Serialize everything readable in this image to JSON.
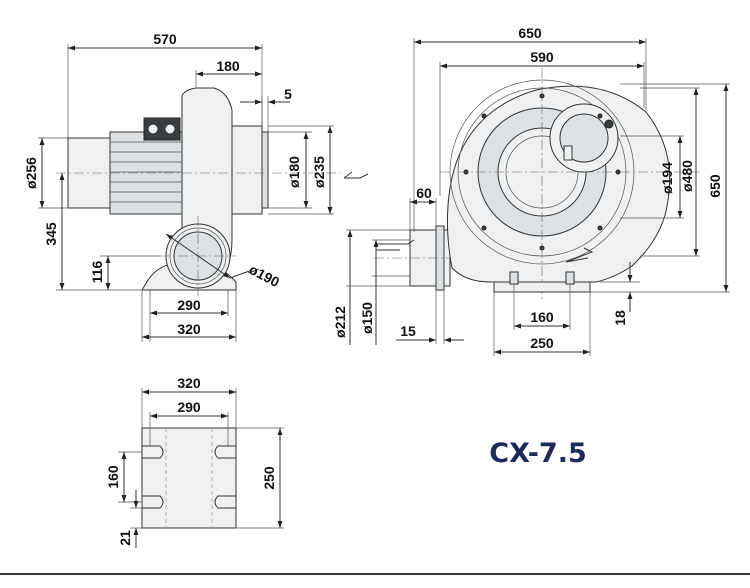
{
  "model": "CX-7.5",
  "side_view": {
    "overall_length": "570",
    "housing_width": "180",
    "flange_gap": "5",
    "motor_diameter": "ø256",
    "outlet_inner_diameter": "ø180",
    "outlet_outer_diameter": "ø235",
    "shaft_height": "345",
    "inlet_height": "116",
    "inlet_diameter": "ø190",
    "base_inner_width": "290",
    "base_outer_width": "320"
  },
  "front_view": {
    "overall_width": "650",
    "housing_width": "590",
    "inner_circle": "ø194",
    "outer_circle": "ø480",
    "overall_height": "650",
    "flange_width": "60",
    "outlet_outer_diameter": "ø212",
    "outlet_inner_diameter": "ø150",
    "flange_offset": "15",
    "base_inner_width": "160",
    "base_outer_width": "250",
    "base_height": "18"
  },
  "base_plan": {
    "outer_width": "320",
    "inner_width": "290",
    "slot_spacing": "160",
    "depth": "250",
    "edge_offset": "21"
  }
}
